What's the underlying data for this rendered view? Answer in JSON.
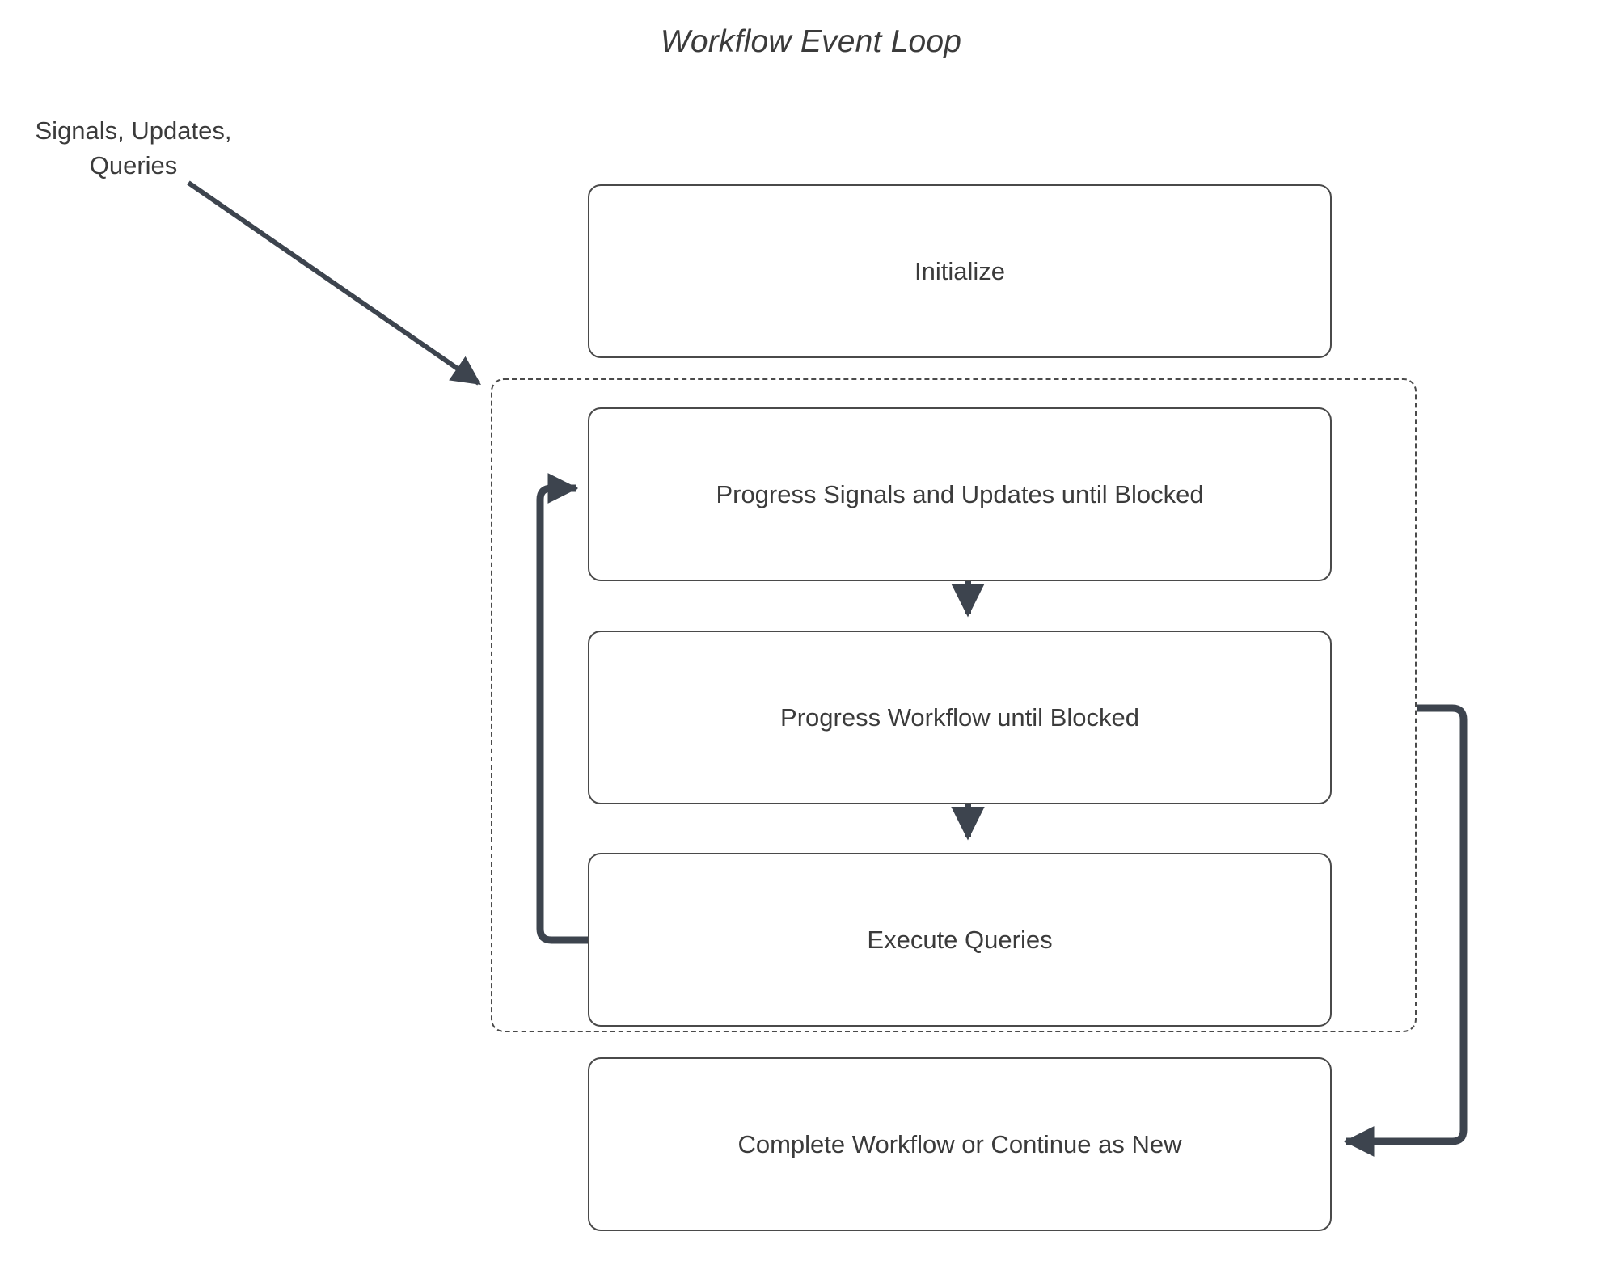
{
  "diagram": {
    "title": "Workflow Event Loop",
    "type": "flowchart",
    "external_input_label": "Signals, Updates,\nQueries",
    "external_input_line1": "Signals, Updates,",
    "external_input_line2": "Queries",
    "colors": {
      "background": "#ffffff",
      "node_border": "#4a4a4a",
      "node_fill": "#ffffff",
      "text": "#3b3b3b",
      "edge": "#3d444e",
      "container_border": "#4a4a4a"
    },
    "container": {
      "name": "event-loop-group",
      "style": "dashed",
      "label": ""
    },
    "nodes": [
      {
        "id": "initialize",
        "label": "Initialize",
        "inside_loop": false
      },
      {
        "id": "progress-signals",
        "label": "Progress Signals and Updates until Blocked",
        "inside_loop": true
      },
      {
        "id": "progress-workflow",
        "label": "Progress Workflow until Blocked",
        "inside_loop": true
      },
      {
        "id": "execute-queries",
        "label": "Execute Queries",
        "inside_loop": true
      },
      {
        "id": "complete-workflow",
        "label": "Complete Workflow or Continue as New",
        "inside_loop": false
      }
    ],
    "edges": [
      {
        "from": "external-input",
        "to": "event-loop-group",
        "style": "solid",
        "arrow": "end"
      },
      {
        "from": "progress-signals",
        "to": "progress-workflow",
        "style": "solid",
        "arrow": "end"
      },
      {
        "from": "progress-workflow",
        "to": "execute-queries",
        "style": "solid",
        "arrow": "end"
      },
      {
        "from": "execute-queries",
        "to": "progress-signals",
        "style": "solid",
        "arrow": "end",
        "route": "left-loopback"
      },
      {
        "from": "progress-workflow",
        "to": "complete-workflow",
        "style": "solid",
        "arrow": "end",
        "route": "right-exit"
      }
    ]
  }
}
